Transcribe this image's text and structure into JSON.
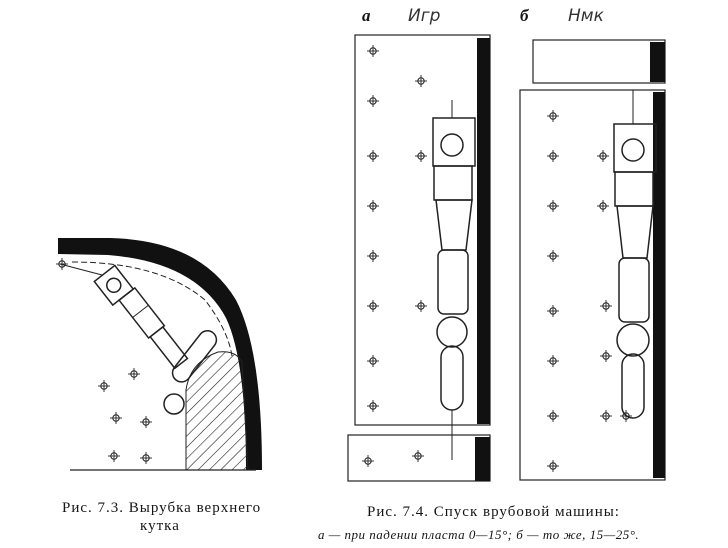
{
  "fig73": {
    "caption_line1": "Рис. 7.3. Вырубка верхнего",
    "caption_line2": "кутка"
  },
  "fig74": {
    "label_a": "а",
    "label_b": "б",
    "handwritten_a": "Игр",
    "handwritten_b": "Нмк",
    "caption_title": "Рис. 7.4. Спуск врубовой машины:",
    "caption_note": "а — при падении пласта 0—15°; б — то же, 15—25°."
  }
}
